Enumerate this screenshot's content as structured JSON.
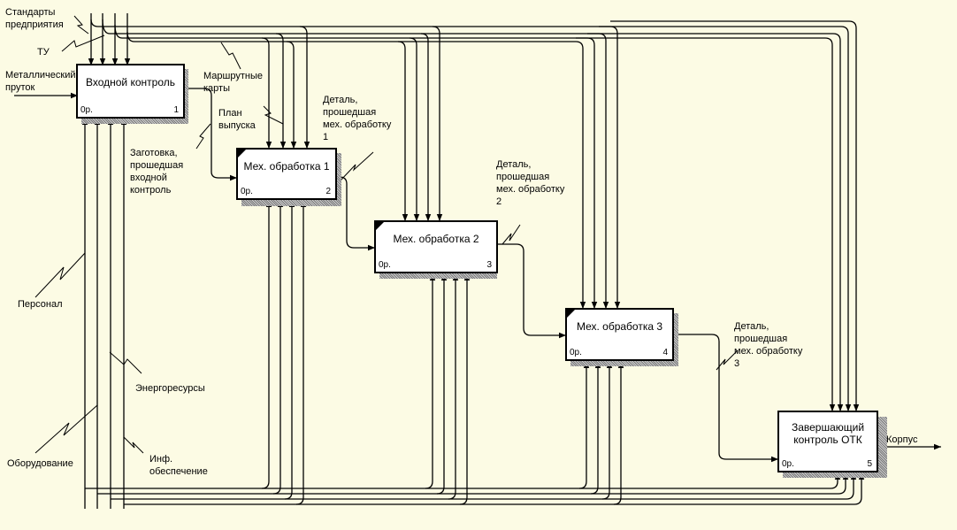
{
  "colors": {
    "background": "#fcfbe4",
    "box": "#ffffff",
    "line": "#000000"
  },
  "boxes": [
    {
      "name": "Входной контроль",
      "cost": "0р.",
      "number": "1"
    },
    {
      "name": "Мех. обработка 1",
      "cost": "0р.",
      "number": "2"
    },
    {
      "name": "Мех. обработка 2",
      "cost": "0р.",
      "number": "3"
    },
    {
      "name": "Мех. обработка 3",
      "cost": "0р.",
      "number": "4"
    },
    {
      "name": "Завершающий контроль ОТК",
      "cost": "0р.",
      "number": "5"
    }
  ],
  "labels": {
    "standards": "Стандарты предприятия",
    "tu": "ТУ",
    "metal_rod": "Металлический пруток",
    "route_maps": "Маршрутные карты",
    "release_plan": "План выпуска",
    "blank": "Заготовка, прошедшая входной контроль",
    "detail1": "Деталь, прошедшая мех. обработку 1",
    "detail2": "Деталь, прошедшая мех. обработку 2",
    "detail3": "Деталь, прошедшая мех. обработку 3",
    "personnel": "Персонал",
    "energy": "Энергоресурсы",
    "equipment": "Оборудование",
    "info": "Инф. обеспечение",
    "body_output": "Корпус"
  }
}
